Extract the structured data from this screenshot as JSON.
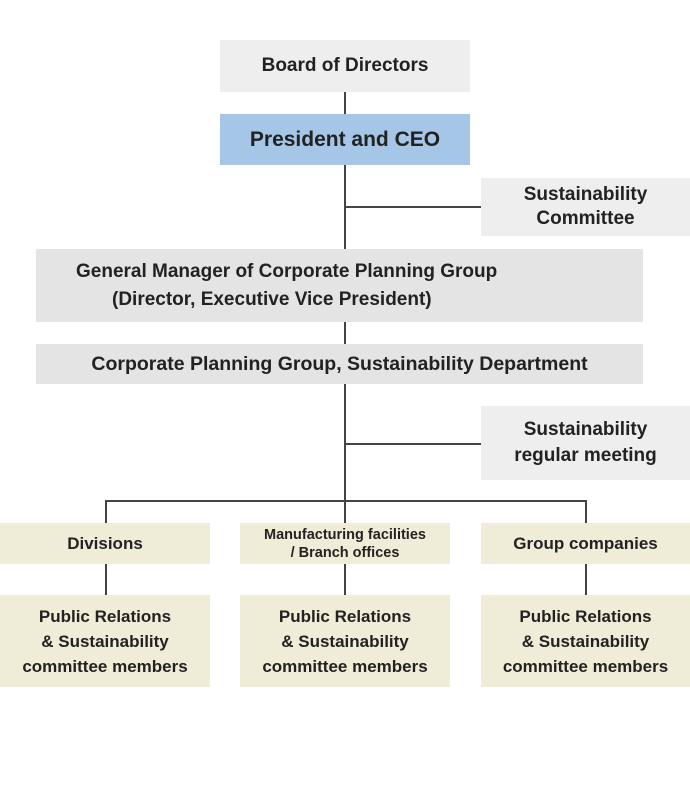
{
  "board": "Board of Directors",
  "president": "President and CEO",
  "committee": {
    "line1": "Sustainability",
    "line2": "Committee"
  },
  "general_manager": {
    "line1": "General Manager of Corporate Planning Group",
    "line2": "(Director, Executive Vice President)"
  },
  "department": "Corporate Planning Group, Sustainability Department",
  "meeting": {
    "line1": "Sustainability",
    "line2": "regular meeting"
  },
  "units": [
    {
      "label": "Divisions",
      "members": [
        "Public Relations",
        "& Sustainability",
        "committee members"
      ]
    },
    {
      "label_line1": "Manufacturing facilities",
      "label_line2": "/ Branch offices",
      "members": [
        "Public Relations",
        "& Sustainability",
        "committee members"
      ]
    },
    {
      "label": "Group companies",
      "members": [
        "Public Relations",
        "& Sustainability",
        "committee members"
      ]
    }
  ],
  "colors": {
    "blue": "#a5c6e6",
    "gray": "#eeeeee",
    "beige": "#efedd8",
    "line": "#444444"
  }
}
